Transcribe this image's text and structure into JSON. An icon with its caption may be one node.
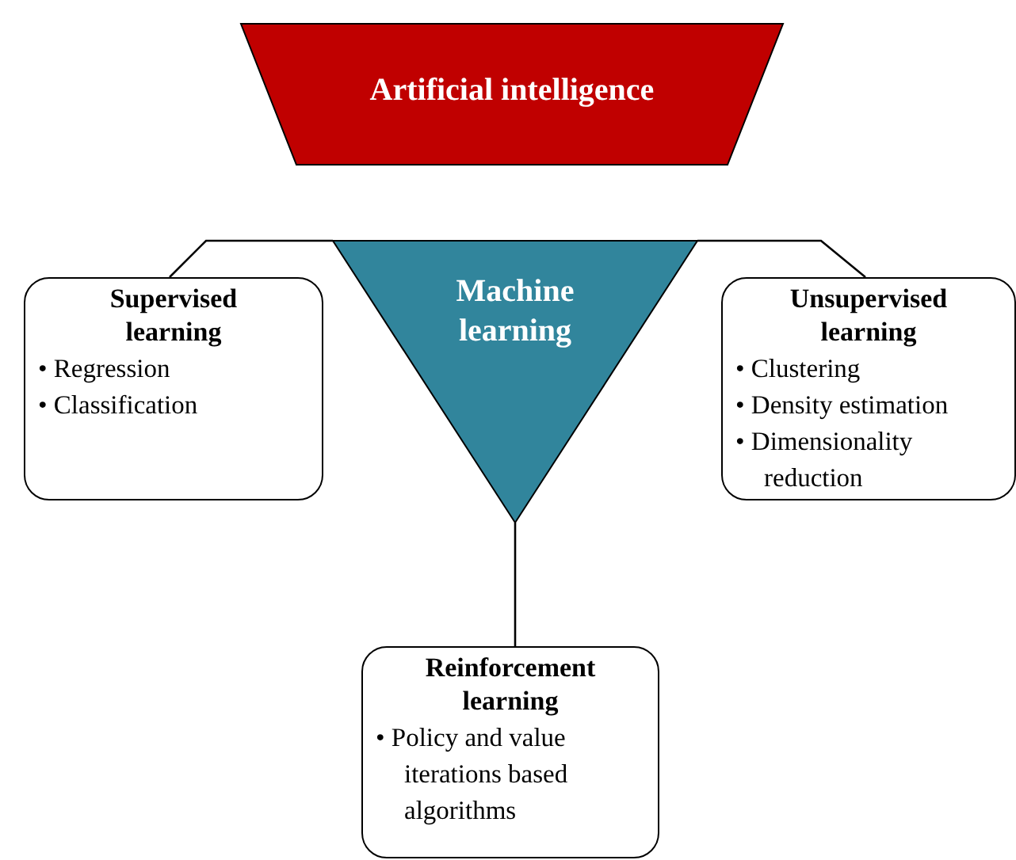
{
  "diagram": {
    "nodes": [
      {
        "text": [
          "Artificial intelligence"
        ]
      },
      {
        "text": [
          "Machine learning"
        ]
      },
      {
        "text": [
          "Supervised learning",
          "• Regression",
          "• Classification"
        ]
      },
      {
        "text": [
          "Unsupervised learning",
          "• Clustering",
          "• Density estimation",
          "• Dimensionality reduction"
        ]
      },
      {
        "text": [
          "Reinforcement learning",
          "• Policy and value iterations based algorithms"
        ]
      }
    ],
    "edges": [
      {
        "from": 1,
        "to": 2,
        "arrow": "none"
      },
      {
        "from": 1,
        "to": 3,
        "arrow": "none"
      },
      {
        "from": 1,
        "to": 4,
        "arrow": "none"
      }
    ]
  }
}
